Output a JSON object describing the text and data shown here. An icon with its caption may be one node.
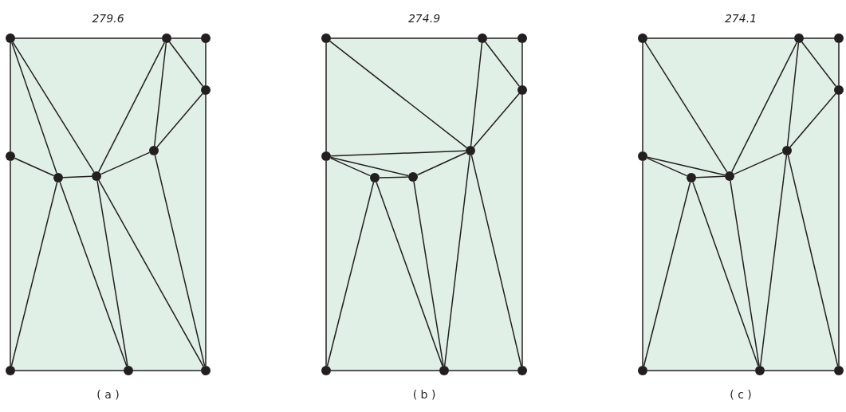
{
  "diagram": {
    "nodes": [
      {
        "text": [],
        "shape": "box",
        "beside": [
          "279.6",
          "( a )"
        ]
      },
      {
        "text": [],
        "shape": "circle",
        "in": 0
      },
      {
        "text": [],
        "shape": "circle",
        "in": 0
      },
      {
        "text": [],
        "shape": "circle",
        "in": 0
      },
      {
        "text": [],
        "shape": "circle",
        "in": 0
      },
      {
        "text": [],
        "shape": "circle",
        "in": 0
      },
      {
        "text": [],
        "shape": "circle",
        "in": 0
      },
      {
        "text": [],
        "shape": "circle",
        "in": 0
      },
      {
        "text": [],
        "shape": "circle",
        "in": 0
      },
      {
        "text": [],
        "shape": "circle",
        "in": 0
      },
      {
        "text": [],
        "shape": "circle",
        "in": 0
      },
      {
        "text": [],
        "shape": "circle",
        "in": 0
      },
      {
        "text": [],
        "shape": "box",
        "beside": [
          "274.9",
          "( b )"
        ]
      },
      {
        "text": [],
        "shape": "circle",
        "in": 12
      },
      {
        "text": [],
        "shape": "circle",
        "in": 12
      },
      {
        "text": [],
        "shape": "circle",
        "in": 12
      },
      {
        "text": [],
        "shape": "circle",
        "in": 12
      },
      {
        "text": [],
        "shape": "circle",
        "in": 12
      },
      {
        "text": [],
        "shape": "circle",
        "in": 12
      },
      {
        "text": [],
        "shape": "circle",
        "in": 12
      },
      {
        "text": [],
        "shape": "circle",
        "in": 12
      },
      {
        "text": [],
        "shape": "circle",
        "in": 12
      },
      {
        "text": [],
        "shape": "circle",
        "in": 12
      },
      {
        "text": [],
        "shape": "circle",
        "in": 12
      },
      {
        "text": [],
        "shape": "box",
        "beside": [
          "274.1",
          "( c )"
        ]
      },
      {
        "text": [],
        "shape": "circle",
        "in": 24
      },
      {
        "text": [],
        "shape": "circle",
        "in": 24
      },
      {
        "text": [],
        "shape": "circle",
        "in": 24
      },
      {
        "text": [],
        "shape": "circle",
        "in": 24
      },
      {
        "text": [],
        "shape": "circle",
        "in": 24
      },
      {
        "text": [],
        "shape": "circle",
        "in": 24
      },
      {
        "text": [],
        "shape": "circle",
        "in": 24
      },
      {
        "text": [],
        "shape": "circle",
        "in": 24
      },
      {
        "text": [],
        "shape": "circle",
        "in": 24
      },
      {
        "text": [],
        "shape": "circle",
        "in": 24
      },
      {
        "text": [],
        "shape": "circle",
        "in": 24
      }
    ],
    "edges": [
      {
        "from": 1,
        "to": 2,
        "arrow": "none"
      },
      {
        "from": 2,
        "to": 3,
        "arrow": "none"
      },
      {
        "from": 3,
        "to": 4,
        "arrow": "none"
      },
      {
        "from": 4,
        "to": 11,
        "arrow": "none"
      },
      {
        "from": 1,
        "to": 5,
        "arrow": "none"
      },
      {
        "from": 5,
        "to": 9,
        "arrow": "none"
      },
      {
        "from": 9,
        "to": 10,
        "arrow": "none"
      },
      {
        "from": 10,
        "to": 11,
        "arrow": "none"
      },
      {
        "from": 1,
        "to": 6,
        "arrow": "none"
      },
      {
        "from": 1,
        "to": 7,
        "arrow": "none"
      },
      {
        "from": 2,
        "to": 7,
        "arrow": "none"
      },
      {
        "from": 2,
        "to": 8,
        "arrow": "none"
      },
      {
        "from": 2,
        "to": 4,
        "arrow": "none"
      },
      {
        "from": 4,
        "to": 8,
        "arrow": "none"
      },
      {
        "from": 5,
        "to": 6,
        "arrow": "none"
      },
      {
        "from": 6,
        "to": 7,
        "arrow": "none"
      },
      {
        "from": 7,
        "to": 8,
        "arrow": "none"
      },
      {
        "from": 6,
        "to": 9,
        "arrow": "none"
      },
      {
        "from": 6,
        "to": 10,
        "arrow": "none"
      },
      {
        "from": 7,
        "to": 10,
        "arrow": "none"
      },
      {
        "from": 7,
        "to": 11,
        "arrow": "none"
      },
      {
        "from": 8,
        "to": 11,
        "arrow": "none"
      },
      {
        "from": 13,
        "to": 14,
        "arrow": "none"
      },
      {
        "from": 14,
        "to": 15,
        "arrow": "none"
      },
      {
        "from": 15,
        "to": 16,
        "arrow": "none"
      },
      {
        "from": 16,
        "to": 23,
        "arrow": "none"
      },
      {
        "from": 13,
        "to": 17,
        "arrow": "none"
      },
      {
        "from": 17,
        "to": 21,
        "arrow": "none"
      },
      {
        "from": 21,
        "to": 22,
        "arrow": "none"
      },
      {
        "from": 22,
        "to": 23,
        "arrow": "none"
      },
      {
        "from": 13,
        "to": 20,
        "arrow": "none"
      },
      {
        "from": 17,
        "to": 20,
        "arrow": "none"
      },
      {
        "from": 17,
        "to": 18,
        "arrow": "none"
      },
      {
        "from": 17,
        "to": 19,
        "arrow": "none"
      },
      {
        "from": 18,
        "to": 19,
        "arrow": "none"
      },
      {
        "from": 19,
        "to": 20,
        "arrow": "none"
      },
      {
        "from": 14,
        "to": 20,
        "arrow": "none"
      },
      {
        "from": 14,
        "to": 16,
        "arrow": "none"
      },
      {
        "from": 16,
        "to": 20,
        "arrow": "none"
      },
      {
        "from": 20,
        "to": 22,
        "arrow": "none"
      },
      {
        "from": 20,
        "to": 23,
        "arrow": "none"
      },
      {
        "from": 18,
        "to": 21,
        "arrow": "none"
      },
      {
        "from": 18,
        "to": 22,
        "arrow": "none"
      },
      {
        "from": 19,
        "to": 22,
        "arrow": "none"
      },
      {
        "from": 25,
        "to": 26,
        "arrow": "none"
      },
      {
        "from": 26,
        "to": 27,
        "arrow": "none"
      },
      {
        "from": 27,
        "to": 28,
        "arrow": "none"
      },
      {
        "from": 28,
        "to": 35,
        "arrow": "none"
      },
      {
        "from": 25,
        "to": 29,
        "arrow": "none"
      },
      {
        "from": 29,
        "to": 33,
        "arrow": "none"
      },
      {
        "from": 33,
        "to": 34,
        "arrow": "none"
      },
      {
        "from": 34,
        "to": 35,
        "arrow": "none"
      },
      {
        "from": 25,
        "to": 31,
        "arrow": "none"
      },
      {
        "from": 26,
        "to": 31,
        "arrow": "none"
      },
      {
        "from": 26,
        "to": 32,
        "arrow": "none"
      },
      {
        "from": 26,
        "to": 28,
        "arrow": "none"
      },
      {
        "from": 28,
        "to": 32,
        "arrow": "none"
      },
      {
        "from": 31,
        "to": 32,
        "arrow": "none"
      },
      {
        "from": 29,
        "to": 30,
        "arrow": "none"
      },
      {
        "from": 29,
        "to": 31,
        "arrow": "none"
      },
      {
        "from": 30,
        "to": 31,
        "arrow": "none"
      },
      {
        "from": 30,
        "to": 33,
        "arrow": "none"
      },
      {
        "from": 30,
        "to": 34,
        "arrow": "none"
      },
      {
        "from": 31,
        "to": 34,
        "arrow": "none"
      },
      {
        "from": 32,
        "to": 34,
        "arrow": "none"
      },
      {
        "from": 32,
        "to": 35,
        "arrow": "none"
      }
    ]
  }
}
